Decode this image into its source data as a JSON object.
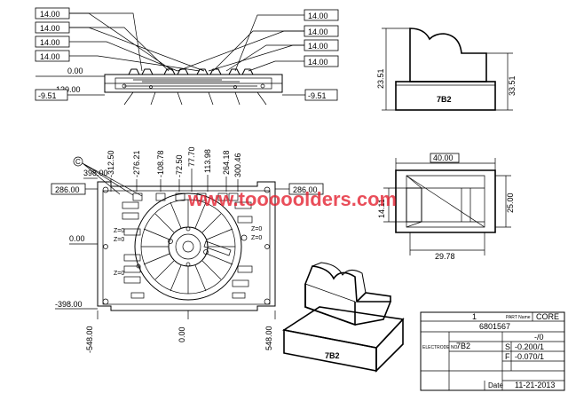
{
  "top_view": {
    "left_labels": [
      "14.00",
      "14.00",
      "14.00",
      "14.00"
    ],
    "right_labels": [
      "14.00",
      "14.00",
      "14.00",
      "14.00"
    ],
    "zero_label": "0.00",
    "left_mid_label": "-120.00",
    "left_bottom_label": "-9.51",
    "right_bottom_label": "-9.51"
  },
  "front_view": {
    "left_height": "23.51",
    "right_height": "33.51",
    "part_label": "7B2"
  },
  "plan_view": {
    "x_labels": [
      "-312.50",
      "-276.21",
      "-108.78",
      "-72.50",
      "77.70",
      "113.98",
      "264.18",
      "300.46"
    ],
    "left_y_labels": [
      "398.00",
      "286.00",
      "0.00",
      "-398.00"
    ],
    "right_y_label": "286.00",
    "bottom_x_labels": [
      "-548.00",
      "0.00",
      "548.00"
    ],
    "callout_letter": "C",
    "z_labels": [
      "Z=0",
      "Z=0",
      "Z=0",
      "Z=0",
      "Z=0"
    ]
  },
  "side_view": {
    "width_top": "40.00",
    "height_left": "14.11",
    "height_right": "25.00",
    "width_bottom": "29.78"
  },
  "iso_view": {
    "part_label": "7B2"
  },
  "title_block": {
    "number": "1",
    "part_name_label": "PART Name",
    "part_name": "CORE",
    "drawing_no": "6801567",
    "electrode_label": "ELECTRODE NO.",
    "electrode_no": "7B2",
    "tolerance": "-/0",
    "s_label": "S",
    "s_value": "-0.200/1",
    "f_label": "F",
    "f_value": "-0.070/1",
    "date_label": "Date",
    "date_value": "11-21-2013"
  },
  "watermark": "www.tooooolders.com"
}
